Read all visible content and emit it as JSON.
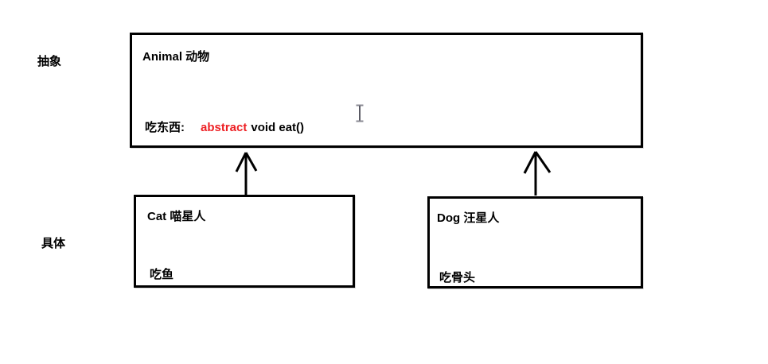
{
  "labels": {
    "abstract_side": "抽象",
    "concrete_side": "具体"
  },
  "animal_box": {
    "title": "Animal 动物",
    "method_label": "吃东西:",
    "method_keyword": "abstract",
    "method_signature": "void eat()"
  },
  "cat_box": {
    "title": "Cat 喵星人",
    "method": "吃鱼"
  },
  "dog_box": {
    "title": "Dog 汪星人",
    "method": "吃骨头"
  },
  "colors": {
    "keyword_red": "#ed2024",
    "text_black": "#000000",
    "border_black": "#000000",
    "cursor_gray": "#5a5a64"
  },
  "icons": {
    "cursor": "text-ibeam-cursor"
  }
}
